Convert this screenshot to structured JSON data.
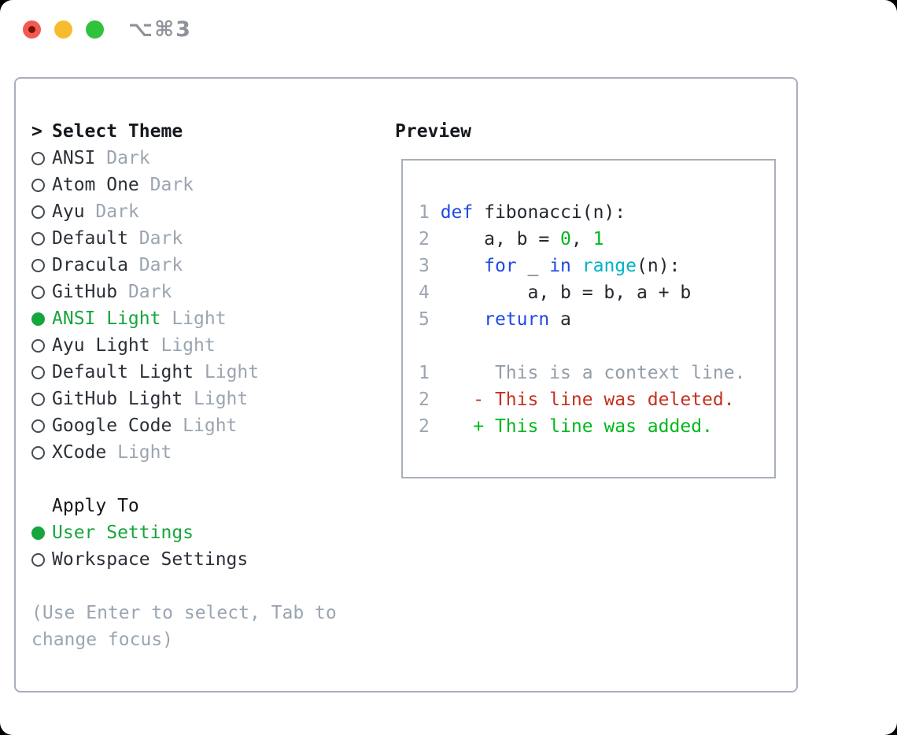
{
  "window": {
    "shortcut": "⌥⌘3",
    "traffic_lights": [
      {
        "name": "close",
        "color": "#f25a51",
        "unsaved_dot": true
      },
      {
        "name": "minimize",
        "color": "#f7bc2e",
        "unsaved_dot": false
      },
      {
        "name": "zoom",
        "color": "#30c23c",
        "unsaved_dot": false
      }
    ]
  },
  "theme_panel": {
    "title_prefix": ">",
    "title": "Select Theme",
    "items": [
      {
        "name": "ANSI",
        "variant": "Dark",
        "selected": false
      },
      {
        "name": "Atom One",
        "variant": "Dark",
        "selected": false
      },
      {
        "name": "Ayu",
        "variant": "Dark",
        "selected": false
      },
      {
        "name": "Default",
        "variant": "Dark",
        "selected": false
      },
      {
        "name": "Dracula",
        "variant": "Dark",
        "selected": false
      },
      {
        "name": "GitHub",
        "variant": "Dark",
        "selected": false
      },
      {
        "name": "ANSI Light",
        "variant": "Light",
        "selected": true
      },
      {
        "name": "Ayu Light",
        "variant": "Light",
        "selected": false
      },
      {
        "name": "Default Light",
        "variant": "Light",
        "selected": false
      },
      {
        "name": "GitHub Light",
        "variant": "Light",
        "selected": false
      },
      {
        "name": "Google Code",
        "variant": "Light",
        "selected": false
      },
      {
        "name": "XCode",
        "variant": "Light",
        "selected": false
      }
    ],
    "apply_to": {
      "title": "Apply To",
      "options": [
        {
          "label": "User Settings",
          "selected": true
        },
        {
          "label": "Workspace Settings",
          "selected": false
        }
      ]
    },
    "hint_lines": [
      "(Use Enter to select, Tab to",
      "change focus)"
    ]
  },
  "preview": {
    "title": "Preview",
    "lines": [
      [
        {
          "t": "1 ",
          "c": "ln"
        },
        {
          "t": "def",
          "c": "kw"
        },
        {
          "t": " fibonacci(n):",
          "c": "tx"
        }
      ],
      [
        {
          "t": "2 ",
          "c": "ln"
        },
        {
          "t": "    a, b = ",
          "c": "tx"
        },
        {
          "t": "0",
          "c": "nm"
        },
        {
          "t": ", ",
          "c": "tx"
        },
        {
          "t": "1",
          "c": "nm"
        }
      ],
      [
        {
          "t": "3 ",
          "c": "ln"
        },
        {
          "t": "    ",
          "c": "tx"
        },
        {
          "t": "for",
          "c": "kw"
        },
        {
          "t": " _ ",
          "c": "tx"
        },
        {
          "t": "in",
          "c": "kw"
        },
        {
          "t": " ",
          "c": "tx"
        },
        {
          "t": "range",
          "c": "bi"
        },
        {
          "t": "(n):",
          "c": "tx"
        }
      ],
      [
        {
          "t": "4 ",
          "c": "ln"
        },
        {
          "t": "        a, b = b, a + b",
          "c": "tx"
        }
      ],
      [
        {
          "t": "5 ",
          "c": "ln"
        },
        {
          "t": "    ",
          "c": "tx"
        },
        {
          "t": "return",
          "c": "kw"
        },
        {
          "t": " a",
          "c": "tx"
        }
      ],
      [],
      [
        {
          "t": "1 ",
          "c": "ln"
        },
        {
          "t": "     This is a context line.",
          "c": "ctx"
        }
      ],
      [
        {
          "t": "2 ",
          "c": "ln"
        },
        {
          "t": "   - This line was deleted.",
          "c": "del"
        }
      ],
      [
        {
          "t": "2 ",
          "c": "ln"
        },
        {
          "t": "   + This line was added.",
          "c": "add"
        }
      ]
    ]
  },
  "colors": {
    "panel_border": "#a9b0ba",
    "text_dark": "#23272e",
    "muted_gray": "#9ba5b1",
    "selected_green": "#17a53d",
    "keyword_blue": "#1e49e2",
    "builtin_cyan": "#00b2c9",
    "number_green": "#00b81c",
    "deleted_red": "#c5301e"
  }
}
